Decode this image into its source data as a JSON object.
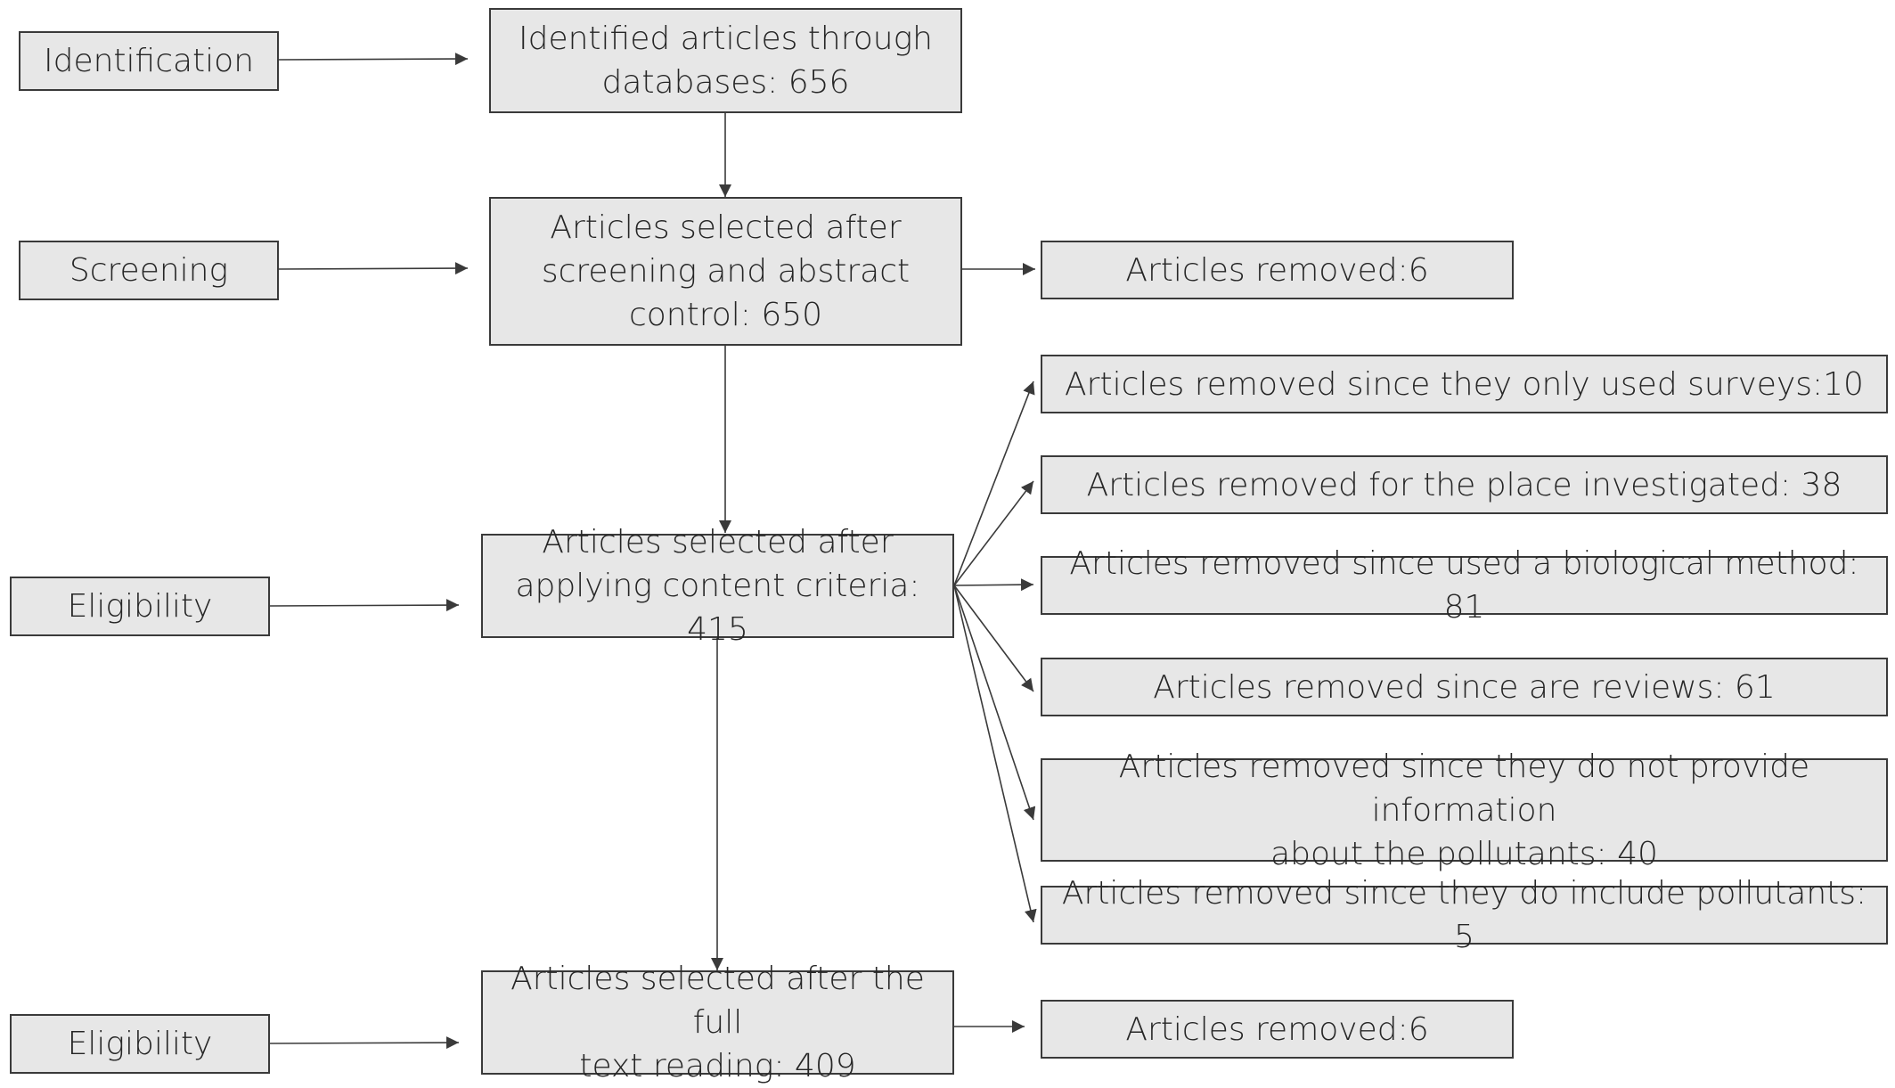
{
  "stages": {
    "identification": "Identification",
    "screening": "Screening",
    "eligibility_1": "Eligibility",
    "eligibility_2": "Eligibility"
  },
  "main": {
    "identified": "Identified articles through\ndatabases: 656",
    "screened": "Articles selected after\nscreening and abstract\ncontrol: 650",
    "content": "Articles selected after\napplying content criteria: 415",
    "fulltext": "Articles selected after the full\ntext reading: 409"
  },
  "removed": {
    "screening": "Articles removed:6",
    "surveys": "Articles removed since they only used surveys:10",
    "place": "Articles removed for the place investigated: 38",
    "biological": "Articles removed since used a biological method: 81",
    "reviews": "Articles removed since are reviews: 61",
    "no_info": "Articles removed since they do not provide information\nabout the pollutants: 40",
    "include_pollutants": "Articles removed since they do include pollutants: 5",
    "fulltext": "Articles removed:6"
  },
  "colors": {
    "box_fill": "#e7e7e7",
    "box_border": "#3a3a3a",
    "text": "#262626",
    "arrow": "#3a3a3a"
  }
}
